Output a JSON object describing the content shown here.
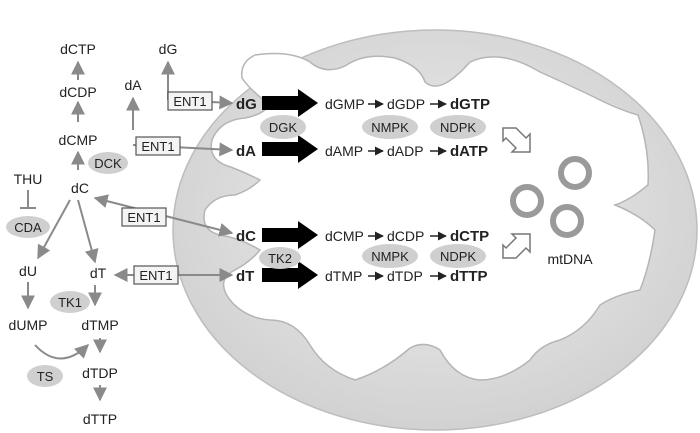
{
  "cytosol": {
    "dCTP": "dCTP",
    "dCDP": "dCDP",
    "dCMP": "dCMP",
    "dC": "dC",
    "dG": "dG",
    "dA": "dA",
    "THU": "THU",
    "dU": "dU",
    "dT": "dT",
    "dUMP": "dUMP",
    "dTMP": "dTMP",
    "dTDP": "dTDP",
    "dTTP": "dTTP"
  },
  "enzymes": {
    "DCK": "DCK",
    "CDA": "CDA",
    "TK1": "TK1",
    "TS": "TS",
    "DGK": "DGK",
    "TK2": "TK2",
    "NMPK": "NMPK",
    "NDPK": "NDPK"
  },
  "transporter": "ENT1",
  "mito": {
    "purine_row_top": {
      "sub": "dG",
      "chain": [
        "dGMP",
        "dGDP",
        "dGTP"
      ]
    },
    "purine_row_bottom": {
      "sub": "dA",
      "chain": [
        "dAMP",
        "dADP",
        "dATP"
      ]
    },
    "pyr_row_top": {
      "sub": "dC",
      "chain": [
        "dCMP",
        "dCDP",
        "dCTP"
      ]
    },
    "pyr_row_bottom": {
      "sub": "dT",
      "chain": [
        "dTMP",
        "dTDP",
        "dTTP"
      ]
    },
    "mtdna": "mtDNA"
  },
  "colors": {
    "outer_membrane": "#d6d6d6",
    "inner_membrane": "#c9c9c9",
    "matrix": "#ffffff",
    "arrow_grey": "#8a8a8a",
    "enzyme_oval": "#cfcfcf",
    "black_arrow": "#000000"
  }
}
